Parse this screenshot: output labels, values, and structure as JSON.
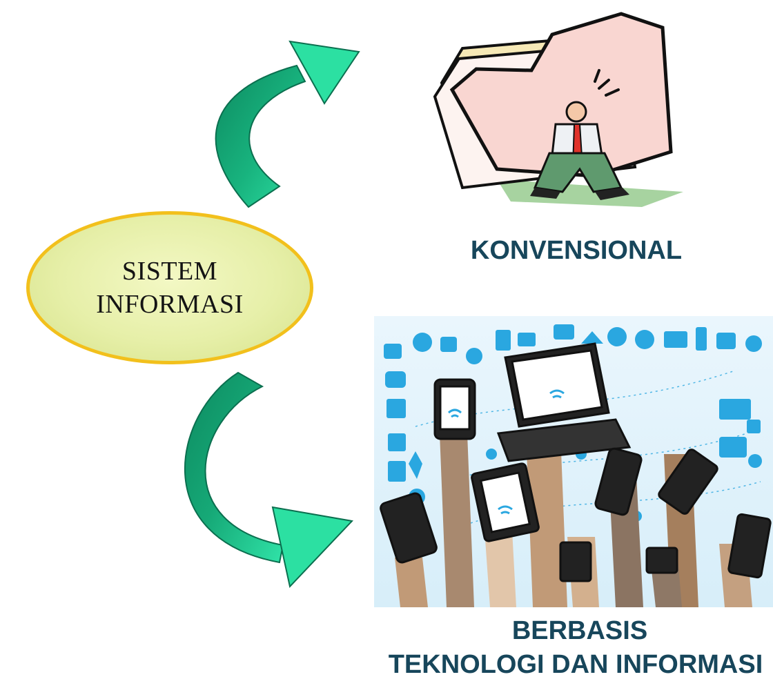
{
  "center_node": {
    "line1": "SISTEM",
    "line2": "INFORMASI"
  },
  "branches": [
    {
      "label": "KONVENSIONAL",
      "illustration": "paperwork-folder-person-icon"
    },
    {
      "label_line1": "BERBASIS",
      "label_line2": "TEKNOLOGI DAN INFORMASI",
      "illustration": "hands-devices-icons-collage"
    }
  ],
  "colors": {
    "arrow_fill": "#1bc98e",
    "arrow_dark": "#0c7f5a",
    "ellipse_border": "#f2c01c",
    "label_text": "#17465b",
    "icon_blue": "#2aa7e0"
  }
}
